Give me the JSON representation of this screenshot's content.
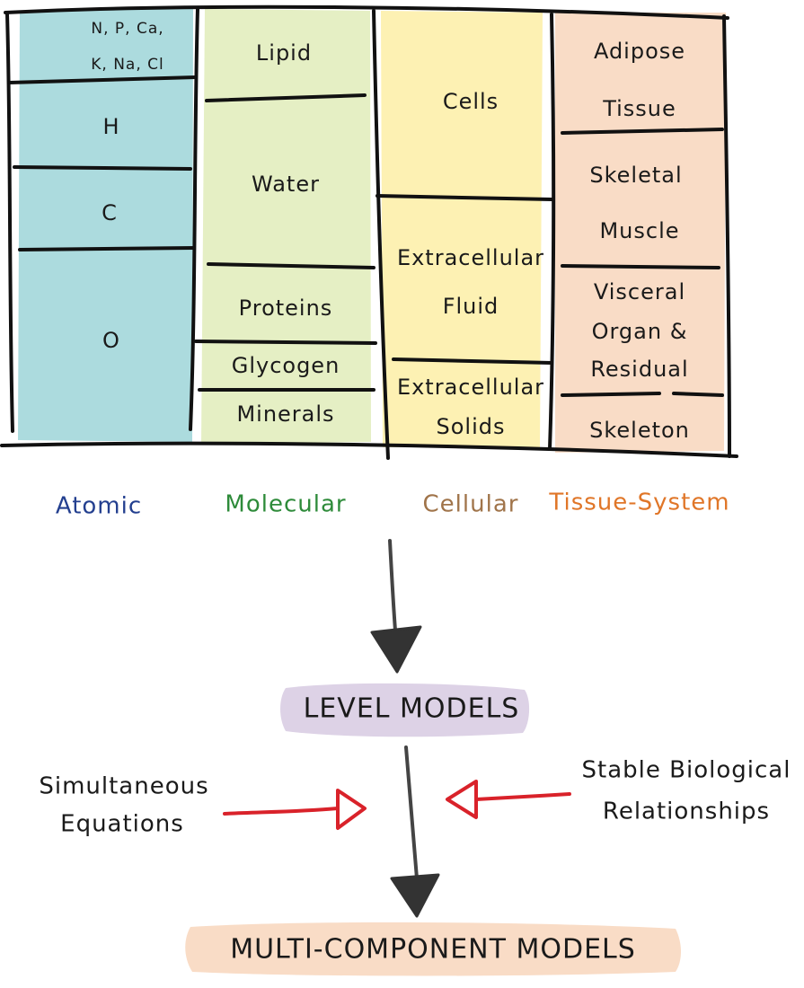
{
  "columns": {
    "atomic": {
      "label": "Atomic",
      "label_color": "#233f8f",
      "fill": "#acdbde",
      "rows": [
        "N, P, Ca,",
        "K, Na, Cl",
        "H",
        "C",
        "O"
      ]
    },
    "molecular": {
      "label": "Molecular",
      "label_color": "#2e8b3a",
      "fill": "#e5efc4",
      "rows": [
        "Lipid",
        "Water",
        "Proteins",
        "Glycogen",
        "Minerals"
      ]
    },
    "cellular": {
      "label": "Cellular",
      "label_color": "#a0744a",
      "fill": "#fdf1b3",
      "rows": [
        "Cells",
        "Extracellular",
        "Fluid",
        "Extracellular",
        "Solids"
      ]
    },
    "tissue": {
      "label": "Tissue-System",
      "label_color": "#e07628",
      "fill": "#f9dcc6",
      "rows": [
        "Adipose",
        "Tissue",
        "Skeletal",
        "Muscle",
        "Visceral",
        "Organ &",
        "Residual",
        "Skeleton"
      ]
    }
  },
  "models": {
    "level": "LEVEL MODELS",
    "level_color": "#ddd2e6",
    "multi": "MULTI-COMPONENT MODELS",
    "multi_color": "#f9dcc6"
  },
  "inputs": {
    "left_line1": "Simultaneous",
    "left_line2": "Equations",
    "right_line1": "Stable Biological",
    "right_line2": "Relationships",
    "arrow_color": "#d9222a",
    "flow_arrow_color": "#444444"
  }
}
